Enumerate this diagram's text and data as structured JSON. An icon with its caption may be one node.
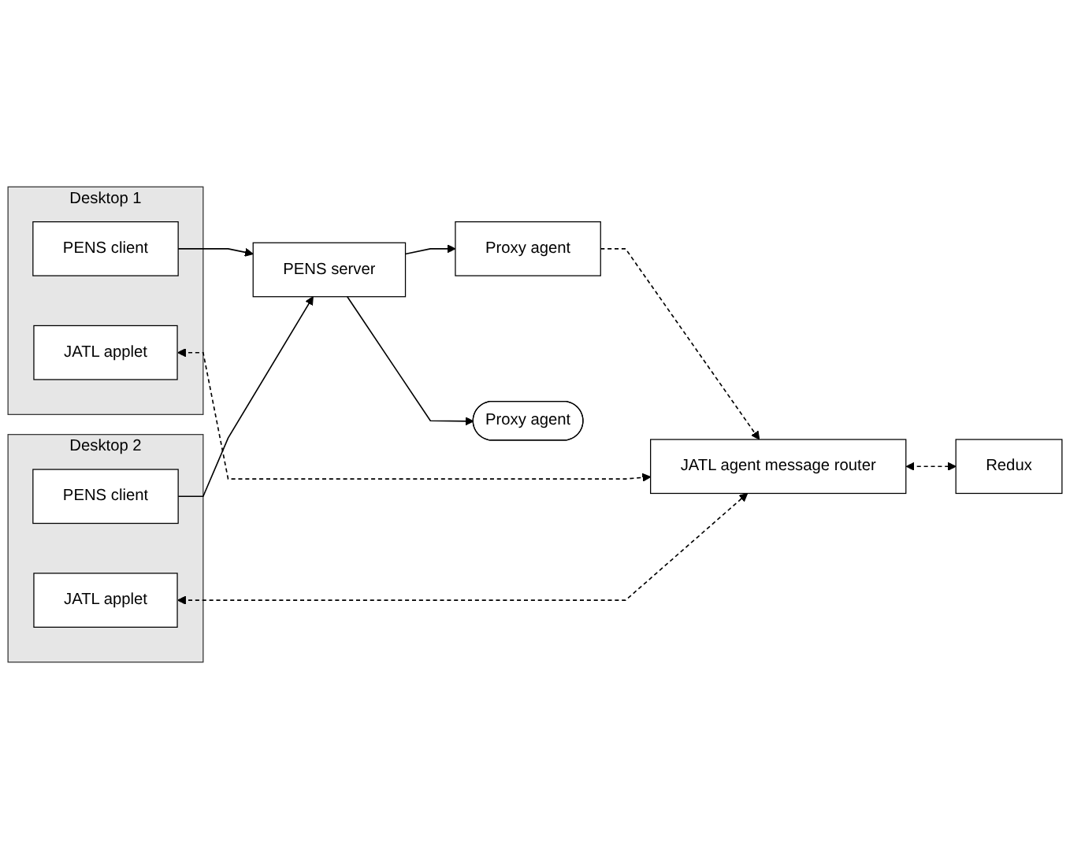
{
  "diagram": {
    "nodes": [
      {
        "text": [
          "Desktop 1"
        ]
      },
      {
        "text": [
          "PENS client"
        ],
        "in": 0
      },
      {
        "text": [
          "JATL applet"
        ],
        "in": 0
      },
      {
        "text": [
          "Desktop 2"
        ]
      },
      {
        "text": [
          "PENS client"
        ],
        "in": 3
      },
      {
        "text": [
          "JATL applet"
        ],
        "in": 3
      },
      {
        "text": [
          "Proxy agent"
        ]
      },
      {
        "text": [
          "PENS server"
        ]
      },
      {
        "text": [
          "Proxy agent"
        ]
      },
      {
        "text": [
          "JATL agent message router"
        ]
      },
      {
        "text": [
          "Redux"
        ]
      }
    ],
    "edges": [
      {
        "from": 1,
        "to": 7,
        "arrow": "to"
      },
      {
        "from": 7,
        "to": 6,
        "arrow": "to"
      },
      {
        "from": 6,
        "to": 9,
        "arrow": "to",
        "style": "dashed"
      },
      {
        "from": 2,
        "to": 9,
        "arrow": "both",
        "style": "dashed"
      },
      {
        "from": 4,
        "to": 7,
        "arrow": "to"
      },
      {
        "from": 7,
        "to": 8,
        "arrow": "to"
      },
      {
        "from": 5,
        "to": 9,
        "arrow": "both",
        "style": "dashed"
      },
      {
        "from": 9,
        "to": 10,
        "arrow": "both",
        "style": "dashed"
      }
    ]
  }
}
